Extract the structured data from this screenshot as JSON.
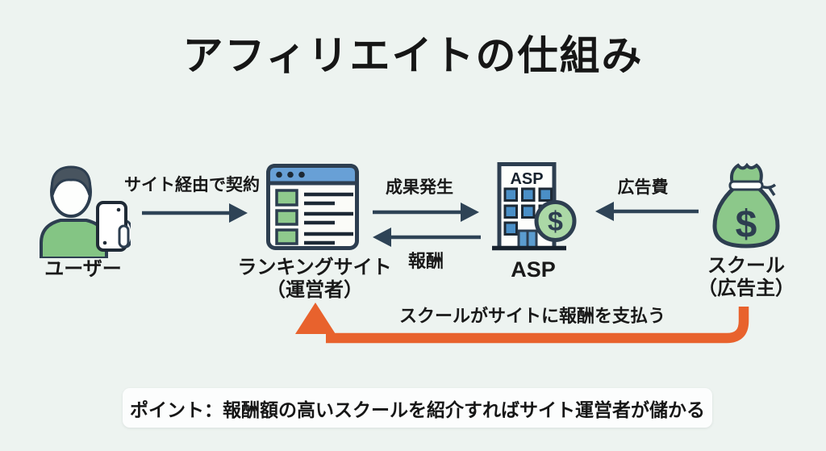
{
  "title": "アフィリエイトの仕組み",
  "nodes": {
    "user": {
      "label": "ユーザー"
    },
    "ranking_site": {
      "label": "ランキングサイト",
      "sublabel": "（運営者）"
    },
    "asp": {
      "label": "ASP",
      "building_sign": "ASP",
      "coin_symbol": "$"
    },
    "school": {
      "label": "スクール",
      "sublabel": "（広告主）",
      "bag_symbol": "$"
    }
  },
  "flows": {
    "user_to_site": {
      "label": "サイト経由で契約",
      "direction": "right"
    },
    "site_to_asp": {
      "label": "成果発生",
      "direction": "right"
    },
    "asp_to_site": {
      "label": "報酬",
      "direction": "left"
    },
    "school_to_asp": {
      "label": "広告費",
      "direction": "left"
    },
    "school_pays_site": {
      "label": "スクールがサイトに報酬を支払う",
      "direction": "left-then-up"
    }
  },
  "note": {
    "text": "ポイント：報酬額の高いスクールを紹介すればサイト運営者が儲かる"
  },
  "colors": {
    "background": "#edf3f0",
    "ink": "#1a1a1a",
    "outline_navy": "#2d3e50",
    "arrow_navy": "#2e4356",
    "green": "#84c584",
    "green_square": "#8fca8d",
    "green_bag": "#8cc88a",
    "green_coin": "#abd8a6",
    "blue_header": "#68a0d6",
    "blue_window": "#4a8fc7",
    "blue_door": "#5b9ccf",
    "orange": "#e8622d",
    "panel_white": "#fcfdfd"
  }
}
